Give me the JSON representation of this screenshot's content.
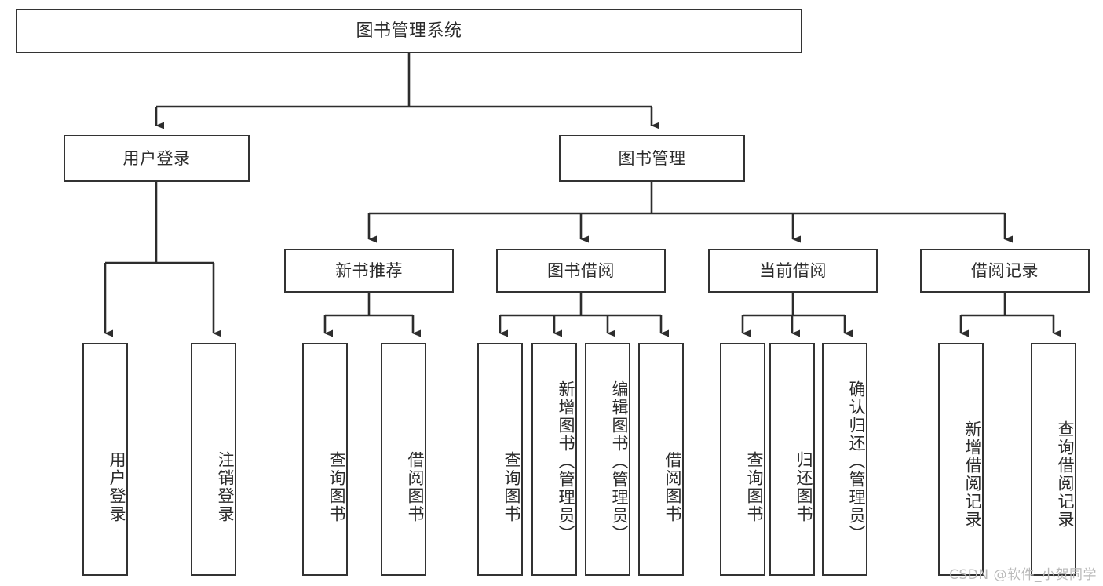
{
  "diagram": {
    "title": "图书管理系统",
    "type": "hierarchy-tree",
    "root": {
      "label": "图书管理系统",
      "children": [
        {
          "label": "用户登录",
          "children": [
            {
              "label": "用户登录"
            },
            {
              "label": "注销登录"
            }
          ]
        },
        {
          "label": "图书管理",
          "children": [
            {
              "label": "新书推荐",
              "children": [
                {
                  "label": "查询图书"
                },
                {
                  "label": "借阅图书"
                }
              ]
            },
            {
              "label": "图书借阅",
              "children": [
                {
                  "label": "查询图书"
                },
                {
                  "label": "新增图书（管理员）"
                },
                {
                  "label": "编辑图书（管理员）"
                },
                {
                  "label": "借阅图书"
                }
              ]
            },
            {
              "label": "当前借阅",
              "children": [
                {
                  "label": "查询图书"
                },
                {
                  "label": "归还图书"
                },
                {
                  "label": "确认归还（管理员）"
                }
              ]
            },
            {
              "label": "借阅记录",
              "children": [
                {
                  "label": "新增借阅记录"
                },
                {
                  "label": "查询借阅记录"
                }
              ]
            }
          ]
        }
      ]
    },
    "nodes": {
      "root": "图书管理系统",
      "user_login": "用户登录",
      "book_manage": "图书管理",
      "new_book_rec": "新书推荐",
      "book_borrow": "图书借阅",
      "current_borrow": "当前借阅",
      "borrow_record": "借阅记录",
      "leaf_user_login": "用户登录",
      "leaf_logout": "注销登录",
      "leaf_query_book_a": "查询图书",
      "leaf_borrow_book_a": "借阅图书",
      "leaf_query_book_b": "查询图书",
      "leaf_add_book": "新增图书（管理员）",
      "leaf_edit_book": "编辑图书（管理员）",
      "leaf_borrow_book_b": "借阅图书",
      "leaf_query_book_c": "查询图书",
      "leaf_return_book": "归还图书",
      "leaf_confirm_return": "确认归还（管理员）",
      "leaf_add_record": "新增借阅记录",
      "leaf_query_record": "查询借阅记录"
    },
    "colors": {
      "border": "#333333",
      "text": "#2b2b2b",
      "background": "#ffffff",
      "connector": "#2d2d2d",
      "watermark": "#b9b9b9"
    }
  },
  "watermark": {
    "text": "CSDN @软件_小贺同学"
  }
}
